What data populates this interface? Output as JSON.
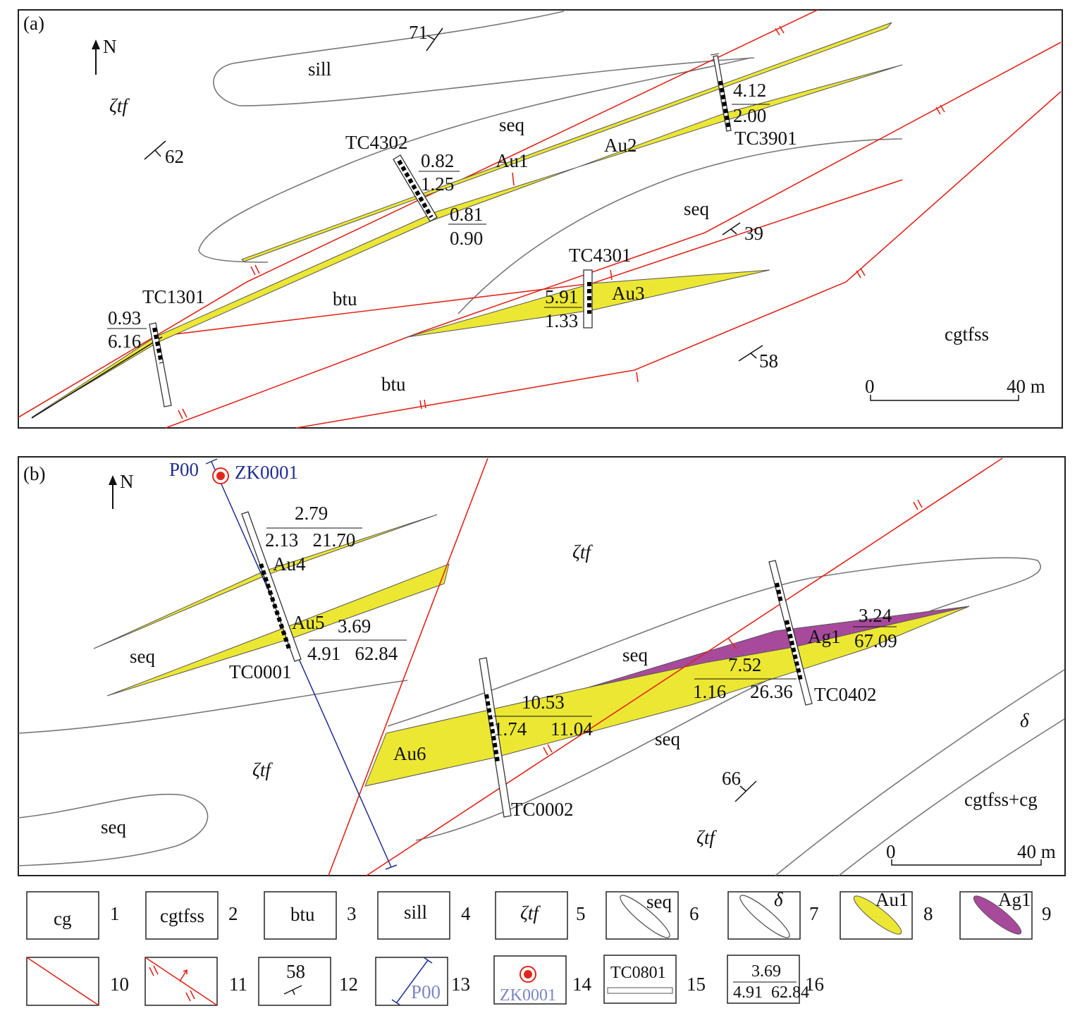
{
  "panel_a": {
    "label": "(a)",
    "north": "N",
    "units": {
      "sill": "sill",
      "ztf": "ζtf",
      "seq1": "seq",
      "seq2": "seq",
      "btu1": "btu",
      "btu2": "btu",
      "cgtfss": "cgtfss"
    },
    "orebodies": {
      "au1": "Au1",
      "au2": "Au2",
      "au3": "Au3"
    },
    "dips": {
      "d71": "71",
      "d62": "62",
      "d39": "39",
      "d58": "58"
    },
    "trenches": {
      "tc4302": {
        "name": "TC4302",
        "top1": "0.82",
        "bot1": "1.25",
        "top2": "0.81",
        "bot2": "0.90"
      },
      "tc3901": {
        "name": "TC3901",
        "top": "4.12",
        "bot": "2.00"
      },
      "tc4301": {
        "name": "TC4301",
        "top": "5.91",
        "bot": "1.33"
      },
      "tc1301": {
        "name": "TC1301",
        "top": "0.93",
        "bot": "6.16"
      }
    },
    "scale": {
      "zero": "0",
      "end": "40 m"
    }
  },
  "panel_b": {
    "label": "(b)",
    "north": "N",
    "profile": "P00",
    "drillhole": "ZK0001",
    "units": {
      "ztf1": "ζtf",
      "ztf2": "ζtf",
      "ztf3": "ζtf",
      "seq1": "seq",
      "seq2": "seq",
      "seq3": "seq",
      "seq4": "seq",
      "delta": "δ",
      "cgtfss_cg": "cgtfss+cg"
    },
    "orebodies": {
      "au4": "Au4",
      "au5": "Au5",
      "au6": "Au6",
      "ag1": "Ag1"
    },
    "dips": {
      "d66": "66"
    },
    "trenches": {
      "tc0001": {
        "name": "TC0001",
        "au4_top": "2.79",
        "au4_bot": "2.13   21.70",
        "au5_top": "3.69",
        "au5_bot": "4.91   62.84"
      },
      "tc0002": {
        "name": "TC0002",
        "top": "10.53",
        "bot": "1.74     11.04"
      },
      "tc0402": {
        "name": "TC0402",
        "ag_top": "3.24",
        "ag_bot": "67.09",
        "au_top": "7.52",
        "au_bot": "1.16     26.36"
      }
    },
    "scale": {
      "zero": "0",
      "end": "40 m"
    }
  },
  "legend": [
    {
      "num": "1",
      "text": "cg"
    },
    {
      "num": "2",
      "text": "cgtfss"
    },
    {
      "num": "3",
      "text": "btu"
    },
    {
      "num": "4",
      "text": "sill"
    },
    {
      "num": "5",
      "text": "ζtf"
    },
    {
      "num": "6",
      "text": "seq"
    },
    {
      "num": "7",
      "text": "δ"
    },
    {
      "num": "8",
      "text": "Au1"
    },
    {
      "num": "9",
      "text": "Ag1"
    },
    {
      "num": "10",
      "text": ""
    },
    {
      "num": "11",
      "text": ""
    },
    {
      "num": "12",
      "text": "58"
    },
    {
      "num": "13",
      "text": "P00"
    },
    {
      "num": "14",
      "text": "ZK0001"
    },
    {
      "num": "15",
      "text": "TC0801"
    },
    {
      "num": "16",
      "top": "3.69",
      "bot": "4.91  62.84"
    }
  ],
  "colors": {
    "gold": "#ece733",
    "silver": "#a84a9c",
    "fault": "#e0261b",
    "profile": "#1f2f8f"
  }
}
